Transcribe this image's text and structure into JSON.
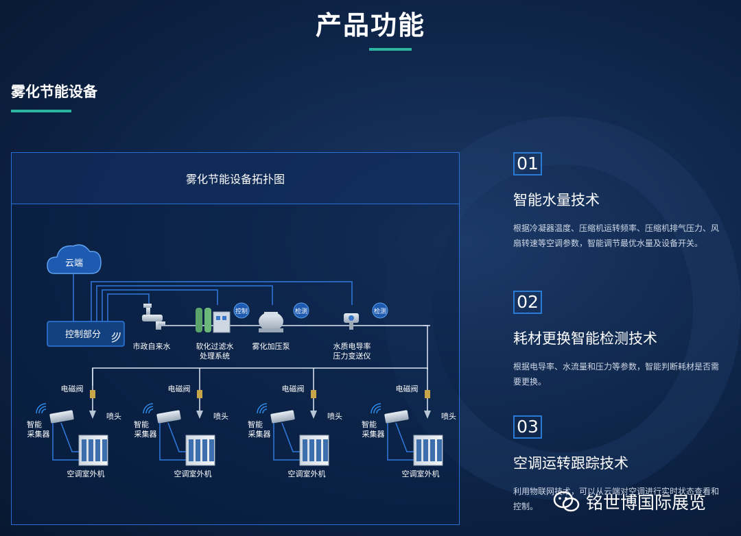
{
  "header": {
    "title": "产品功能"
  },
  "section": {
    "title": "雾化节能设备"
  },
  "diagram": {
    "title": "雾化节能设备拓扑图",
    "cloud_label": "云端",
    "controller_label": "控制部分",
    "devices": {
      "tap": "市政自来水",
      "filter_line1": "软化过滤水",
      "filter_line2": "处理系统",
      "pump": "雾化加压泵",
      "sensor_line1": "水质电导率",
      "sensor_line2": "压力变送仪"
    },
    "badges": {
      "control": "控制",
      "detect1": "检测",
      "detect2": "检测"
    },
    "unit_labels": {
      "valve": "电磁阀",
      "nozzle": "喷头",
      "collector_line1": "智能",
      "collector_line2": "采集器",
      "ac_unit": "空调室外机"
    }
  },
  "features": [
    {
      "num": "01",
      "title": "智能水量技术",
      "desc": "根据冷凝器温度、压缩机运转频率、压缩机排气压力、风扇转速等空调参数，智能调节最优水量及设备开关。"
    },
    {
      "num": "02",
      "title": "耗材更换智能检测技术",
      "desc": "根据电导率、水流量和压力等参数，智能判断耗材是否需要更换。"
    },
    {
      "num": "03",
      "title": "空调运转跟踪技术",
      "desc": "利用物联网技术，可以从云端对空调进行实时状态查看和控制。"
    }
  ],
  "watermark": {
    "text": "铭世博国际展览"
  },
  "colors": {
    "accent": "#2bb5a0",
    "border": "#2a6fd6",
    "line": "#2f7be0"
  }
}
